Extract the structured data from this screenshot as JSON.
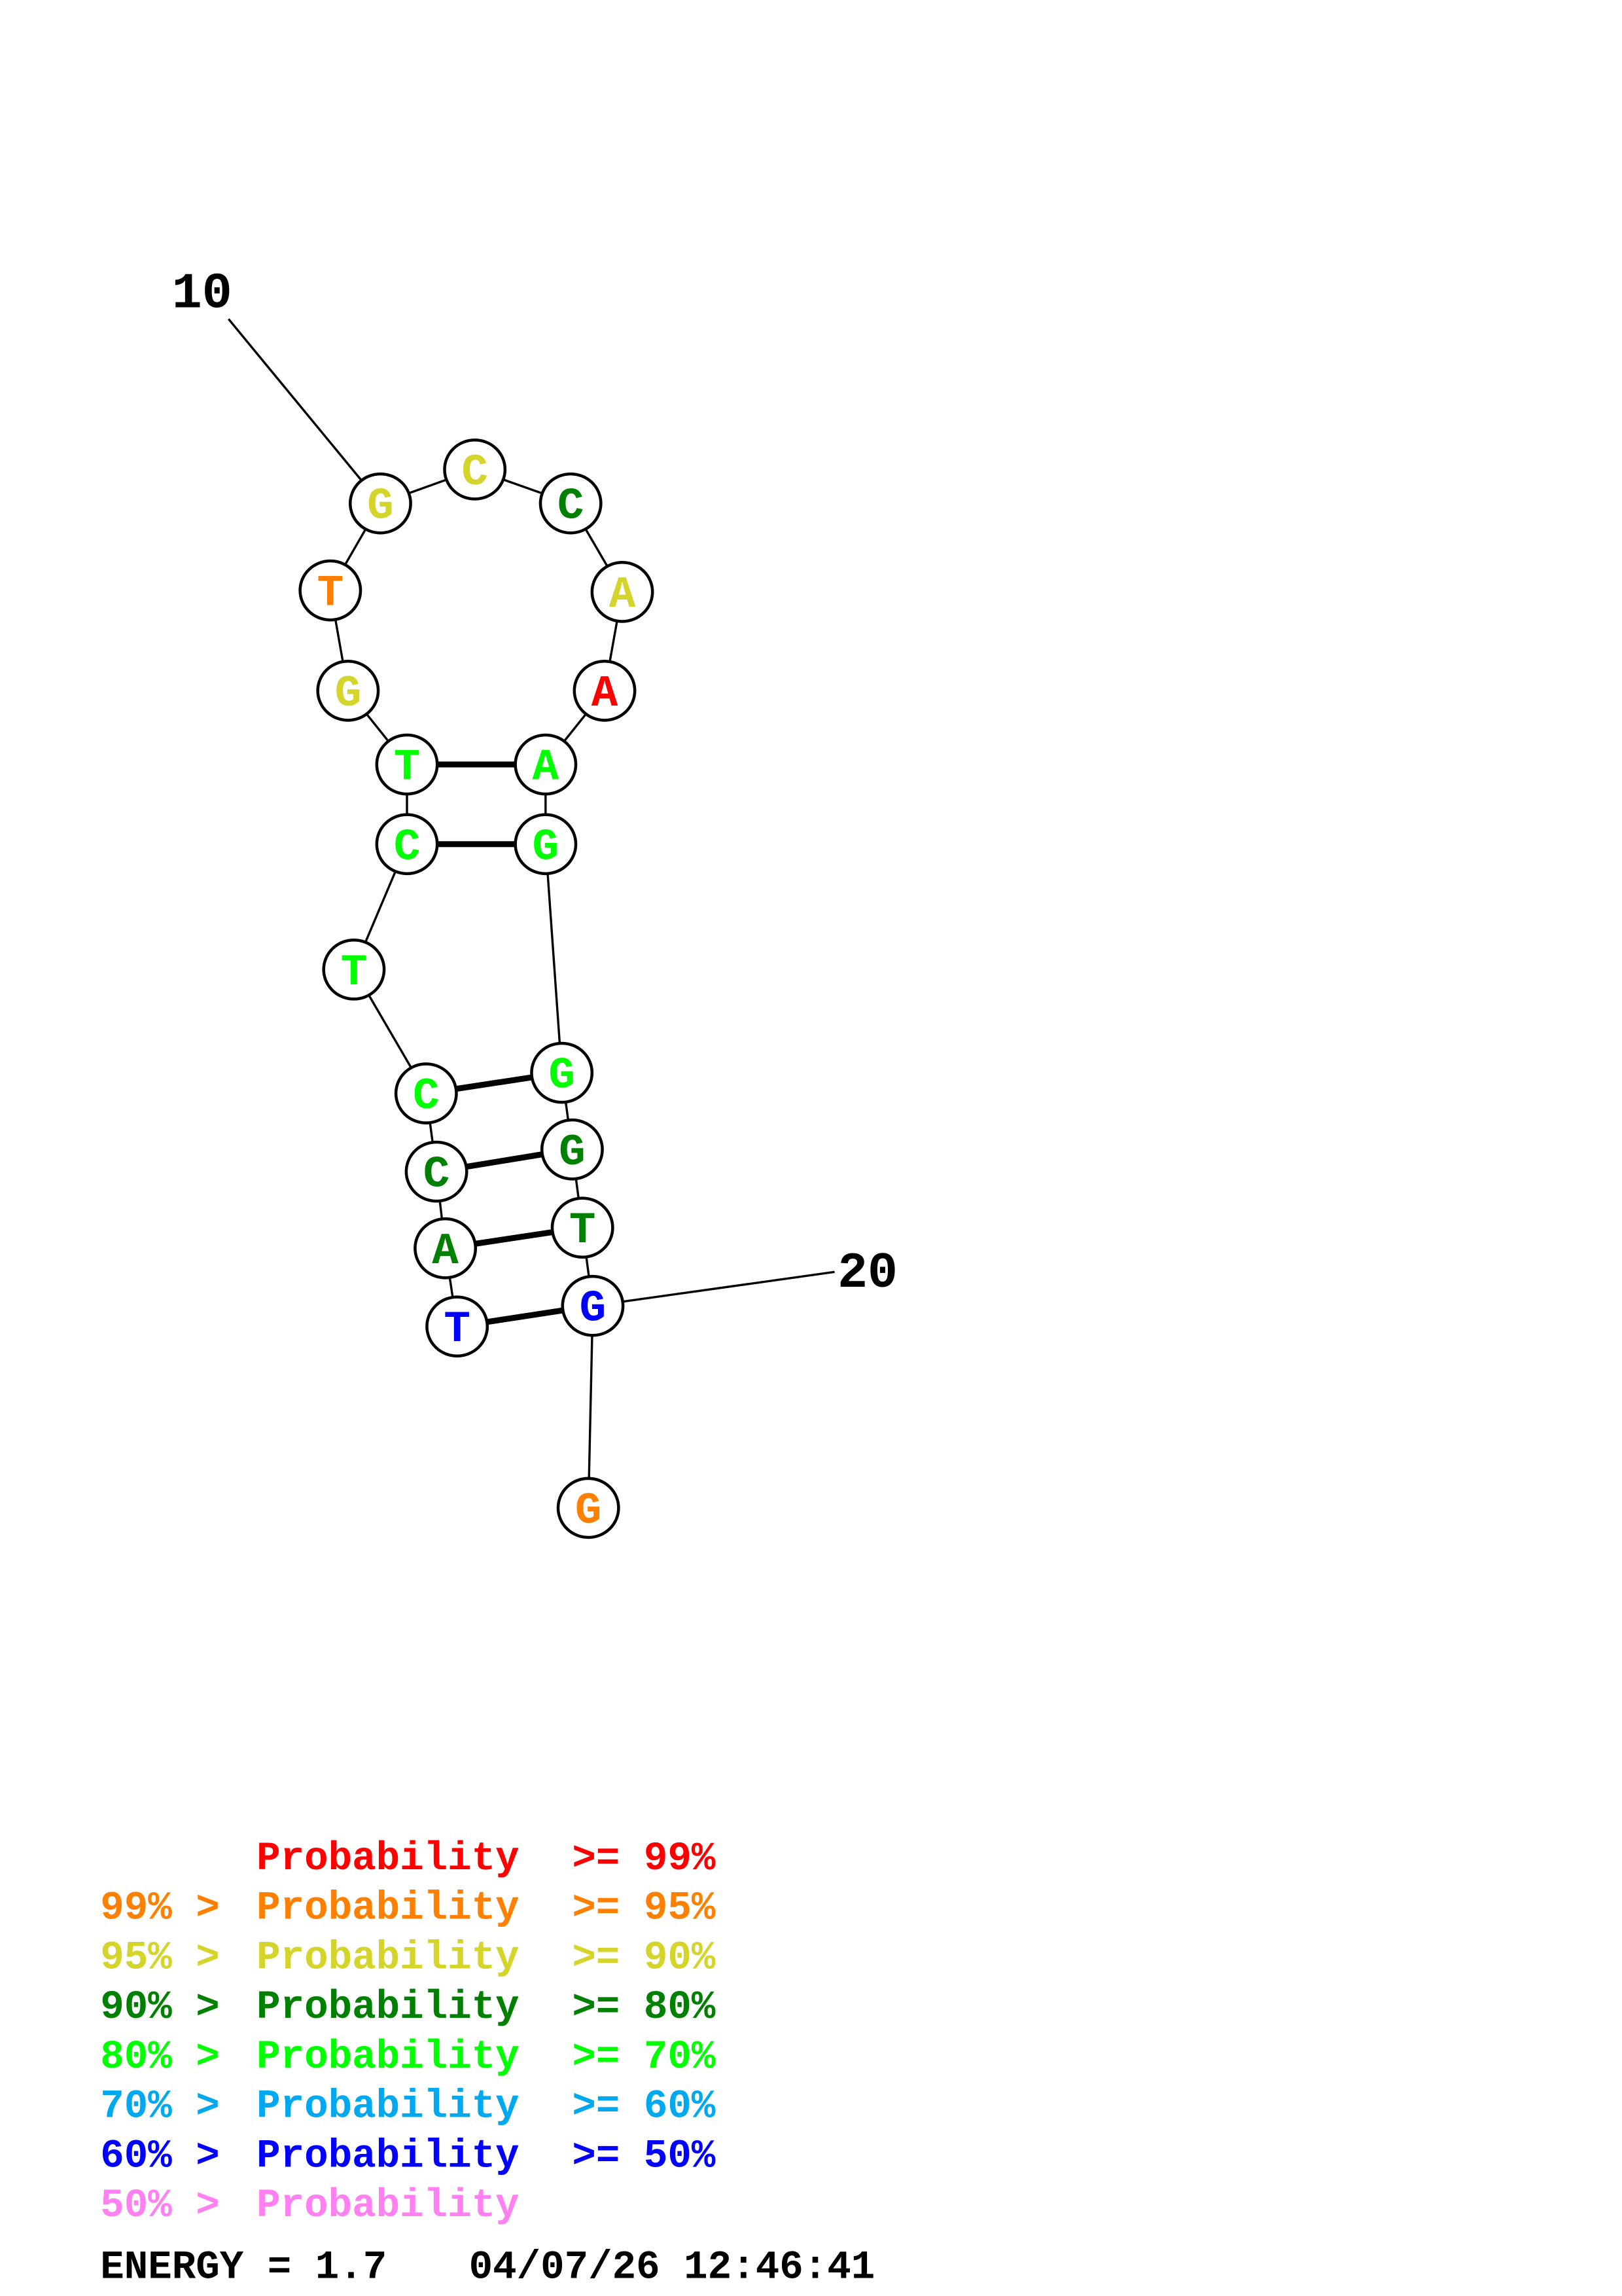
{
  "structure": {
    "nucleotides": [
      {
        "base": "T",
        "color": "#0000ff"
      },
      {
        "base": "A",
        "color": "#008000"
      },
      {
        "base": "C",
        "color": "#008000"
      },
      {
        "base": "C",
        "color": "#00ff00"
      },
      {
        "base": "T",
        "color": "#00ff00"
      },
      {
        "base": "C",
        "color": "#00ff00"
      },
      {
        "base": "T",
        "color": "#00ff00"
      },
      {
        "base": "G",
        "color": "#d4d42a"
      },
      {
        "base": "T",
        "color": "#ff8000"
      },
      {
        "base": "G",
        "color": "#d4d42a"
      },
      {
        "base": "C",
        "color": "#d4d42a"
      },
      {
        "base": "C",
        "color": "#008000"
      },
      {
        "base": "A",
        "color": "#d4d42a"
      },
      {
        "base": "A",
        "color": "#ff0000"
      },
      {
        "base": "A",
        "color": "#00ff00"
      },
      {
        "base": "G",
        "color": "#00ff00"
      },
      {
        "base": "G",
        "color": "#00ff00"
      },
      {
        "base": "G",
        "color": "#008000"
      },
      {
        "base": "T",
        "color": "#008000"
      },
      {
        "base": "G",
        "color": "#0000ff"
      },
      {
        "base": "G",
        "color": "#ff8000"
      }
    ],
    "pairs": [
      [
        1,
        20
      ],
      [
        2,
        19
      ],
      [
        3,
        18
      ],
      [
        4,
        17
      ],
      [
        6,
        16
      ],
      [
        7,
        15
      ]
    ],
    "position_labels": [
      {
        "text": "10",
        "nucleotide": 10
      },
      {
        "text": "20",
        "nucleotide": 20
      }
    ]
  },
  "legend": [
    {
      "prefix": "",
      "label": "Probability",
      "suffix": ">= 99%",
      "color": "#ff0000"
    },
    {
      "prefix": "99% >",
      "label": "Probability",
      "suffix": ">= 95%",
      "color": "#ff8000"
    },
    {
      "prefix": "95% >",
      "label": "Probability",
      "suffix": ">= 90%",
      "color": "#d4d42a"
    },
    {
      "prefix": "90% >",
      "label": "Probability",
      "suffix": ">= 80%",
      "color": "#008000"
    },
    {
      "prefix": "80% >",
      "label": "Probability",
      "suffix": ">= 70%",
      "color": "#00ff00"
    },
    {
      "prefix": "70% >",
      "label": "Probability",
      "suffix": ">= 60%",
      "color": "#00a8f0"
    },
    {
      "prefix": "60% >",
      "label": "Probability",
      "suffix": ">= 50%",
      "color": "#0000ff"
    },
    {
      "prefix": "50% >",
      "label": "Probability",
      "suffix": "",
      "color": "#ff80f0"
    }
  ],
  "footer": {
    "energy": "ENERGY = 1.7",
    "timestamp": "04/07/26 12:46:41"
  }
}
